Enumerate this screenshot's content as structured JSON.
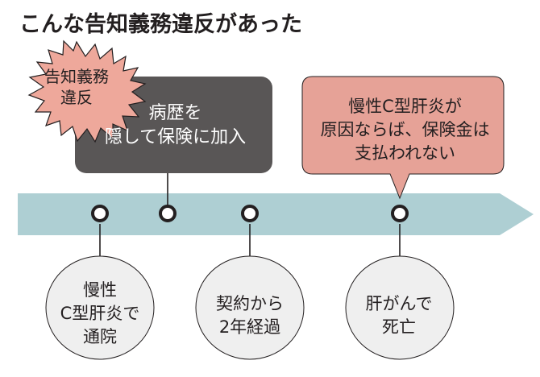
{
  "title": "こんな告知義務違反があった",
  "burst": {
    "label": "告知義務\n違反"
  },
  "callouts": {
    "concealment": "病歴を\n隠して保険に加入",
    "consequence": "慢性C型肝炎が\n原因ならば、保険金は\n支払われない"
  },
  "timeline_events": [
    {
      "label": "慢性\nC型肝炎で\n通院"
    },
    {
      "label": "契約から\n2年経過"
    },
    {
      "label": "肝がんで\n死亡"
    }
  ],
  "colors": {
    "timeline_band": "#aecfd3",
    "dark_box": "#595656",
    "pink_box": "#e6a297",
    "burst_fill": "#eea89b",
    "oval_fill": "#efefef",
    "ink": "#231f20"
  }
}
